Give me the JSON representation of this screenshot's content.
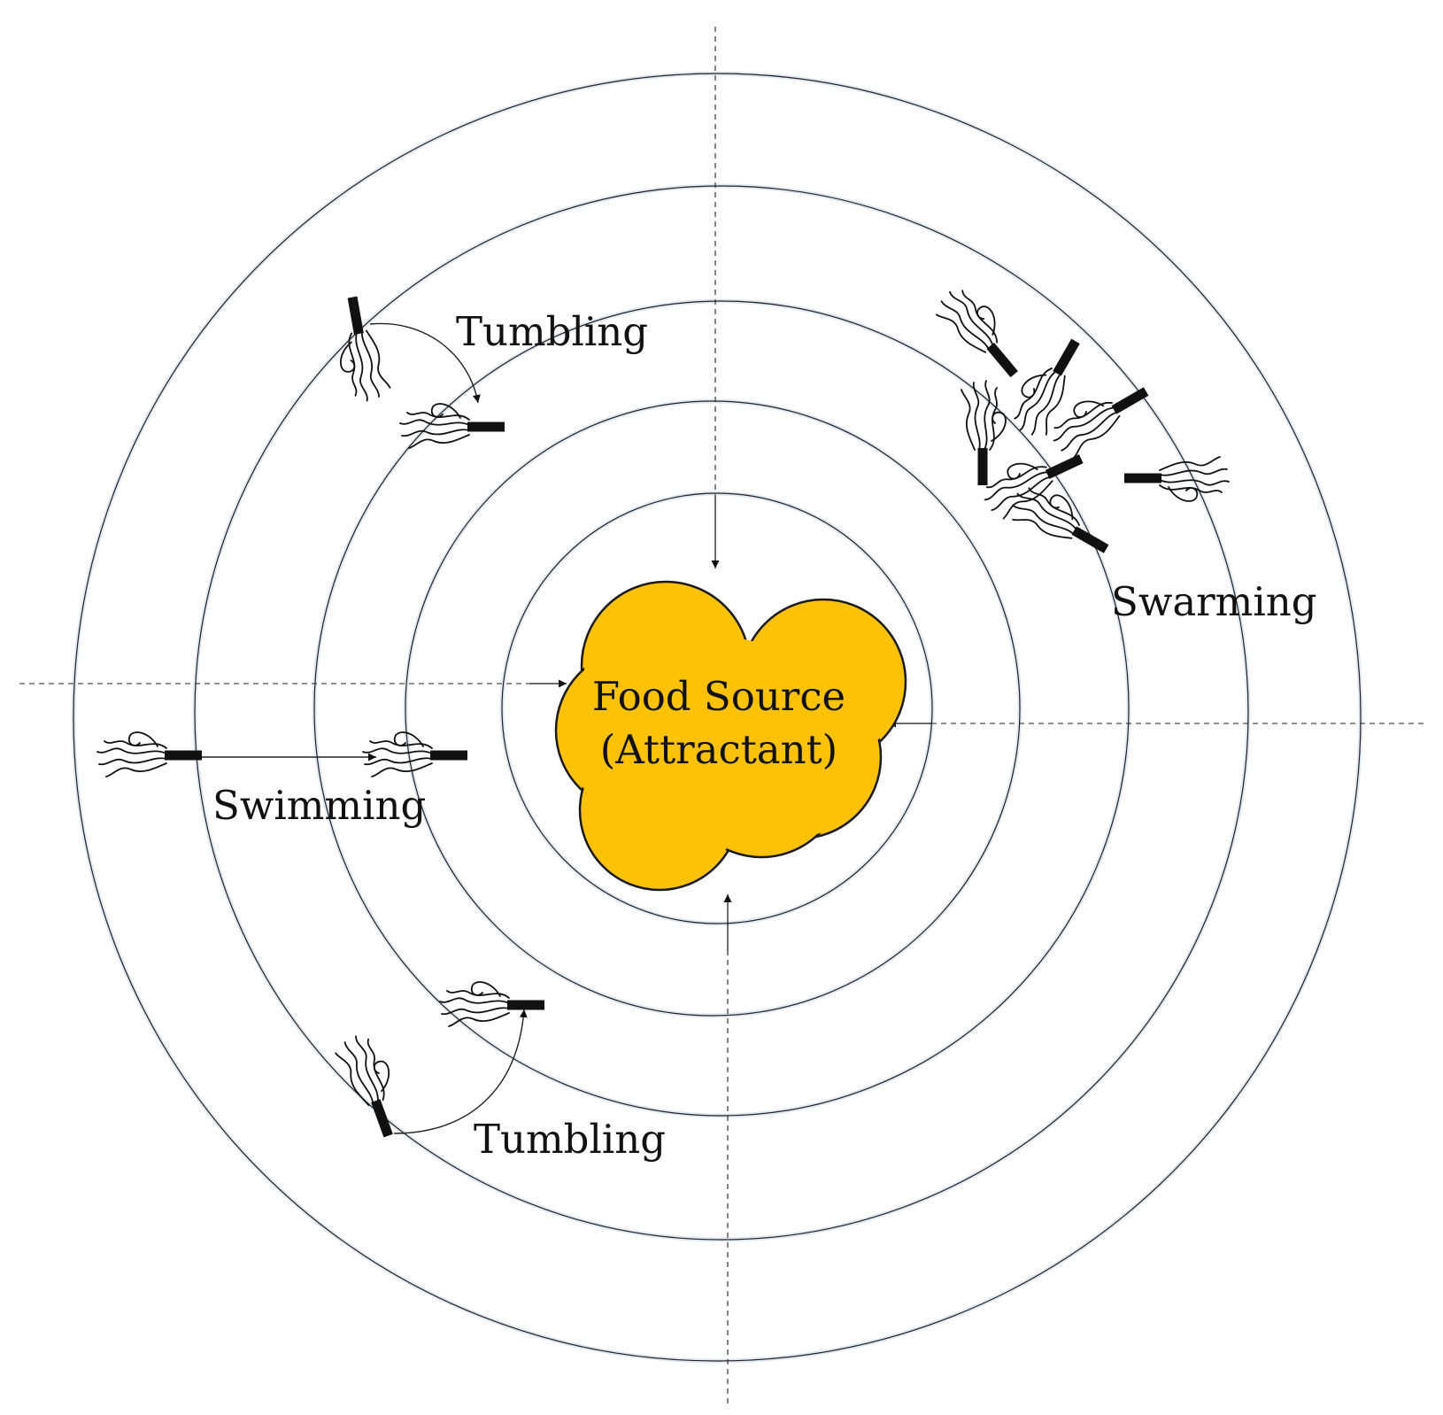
{
  "labels": {
    "food_source_line1": "Food Source",
    "food_source_line2": "(Attractant)",
    "tumbling_top": "Tumbling",
    "tumbling_bottom": "Tumbling",
    "swimming": "Swimming",
    "swarming": "Swarming"
  },
  "colors": {
    "food_fill": "#fdc106",
    "food_stroke": "#1a1a1a",
    "line": "#222222",
    "background": "#ffffff"
  },
  "icons": {
    "bacterium": "bacterium-icon",
    "food": "food-source-cloud-icon"
  }
}
